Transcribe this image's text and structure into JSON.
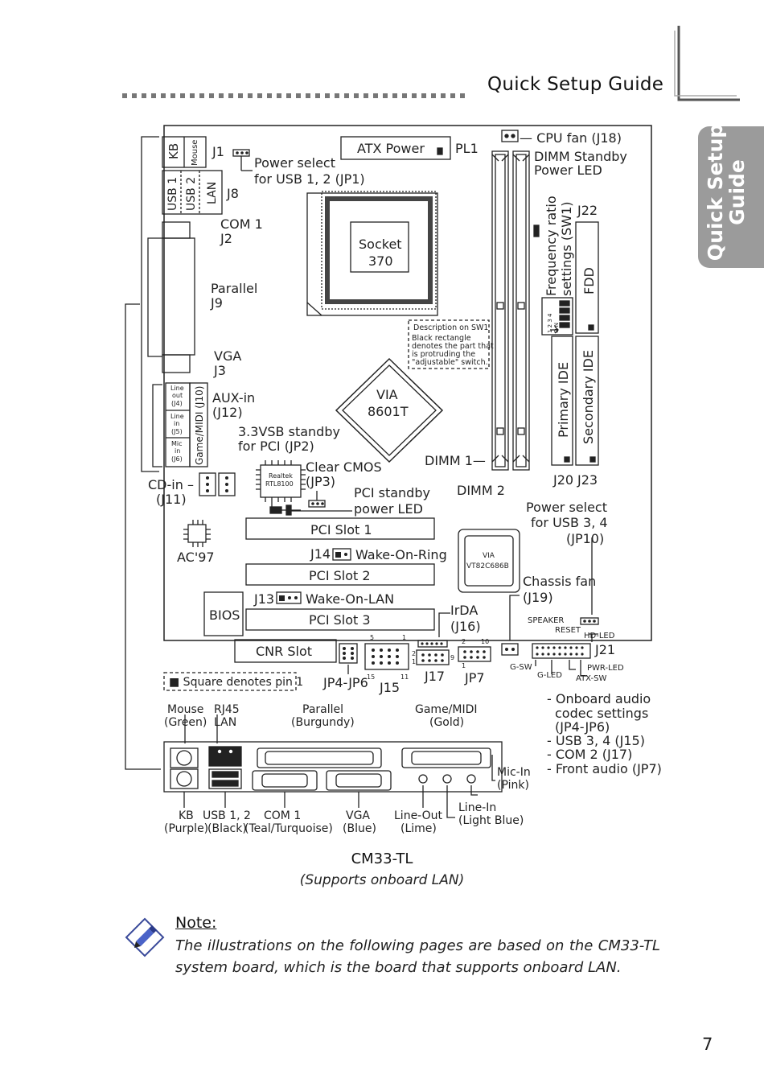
{
  "header": {
    "title": "Quick Setup Guide"
  },
  "side_tab": {
    "line1": "Quick Setup",
    "line2": "Guide"
  },
  "labels": {
    "kb": "KB",
    "mouse": "Mouse",
    "j1": "J1",
    "power_select_usb12_1": "Power select",
    "power_select_usb12_2": "for USB 1, 2 (JP1)",
    "usb1": "USB 1",
    "usb2": "USB 2",
    "lan": "LAN",
    "j8": "J8",
    "atx_power": "ATX Power",
    "pl1": "PL1",
    "cpu_fan": "— CPU fan (J18)",
    "dimm_standby_1": "DIMM Standby",
    "dimm_standby_2": "Power LED",
    "com1": "COM 1",
    "j2": "J2",
    "socket_1": "Socket",
    "socket_2": "370",
    "freq_ratio_1": "Frequency ratio",
    "freq_ratio_2": "settings (SW1)",
    "j22": "J22",
    "fdd": "FDD",
    "parallel": "Parallel",
    "j9": "J9",
    "sw1_desc_1": "Description on SW1",
    "sw1_desc_2": "Black rectangle",
    "sw1_desc_3": "denotes the part that",
    "sw1_desc_4": "is protruding the",
    "sw1_desc_5": "\"adjustable\" switch.",
    "sw1_nums": "1 2 3 4",
    "sw1_on": "O N",
    "vga": "VGA",
    "j3": "J3",
    "via_1": "VIA",
    "via_2": "8601T",
    "primary_ide": "Primary IDE",
    "secondary_ide": "Secondary IDE",
    "line_out_1": "Line",
    "line_out_2": "out",
    "line_out_3": "(J4)",
    "line_in_1": "Line",
    "line_in_2": "in",
    "line_in_3": "(J5)",
    "mic_in_1": "Mic",
    "mic_in_2": "in",
    "mic_in_3": "(J6)",
    "game_midi_j10": "Game/MIDI (J10)",
    "aux_in_1": "AUX-in",
    "aux_in_2": "(J12)",
    "vsb_1": "3.3VSB standby",
    "vsb_2": "for PCI (JP2)",
    "realtek_1": "Realtek",
    "realtek_2": "RTL8100",
    "clear_cmos_1": "Clear CMOS",
    "clear_cmos_2": "(JP3)",
    "dimm1": "DIMM 1—",
    "dimm2": "DIMM 2",
    "j20": "J20",
    "j23": "J23",
    "cd_in_1": "CD-in –",
    "cd_in_2": "(J11)",
    "pci_standby_1": "PCI standby",
    "pci_standby_2": "power LED",
    "power_select_usb34_1": "Power select",
    "power_select_usb34_2": "for USB 3, 4",
    "power_select_usb34_3": "(JP10)",
    "pci_slot1": "PCI Slot 1",
    "ac97": "AC'97",
    "j14": "J14",
    "wake_on_ring": "Wake-On-Ring",
    "via_chip_1": "VIA",
    "via_chip_2": "VT82C686B",
    "pci_slot2": "PCI Slot 2",
    "chassis_fan_1": "Chassis fan",
    "chassis_fan_2": "(J19)",
    "bios": "BIOS",
    "j13": "J13",
    "wake_on_lan": "Wake-On-LAN",
    "pci_slot3": "PCI Slot 3",
    "irda_1": "IrDA",
    "irda_2": "(J16)",
    "speaker": "SPEAKER",
    "reset": "RESET",
    "hd_led": "HD-LED",
    "cnr_slot": "CNR Slot",
    "j21": "J21",
    "j15_pin5": "5",
    "j15_pin1": "1",
    "j15_pin15": "15",
    "j15_pin11": "11",
    "j17_pin2": "2",
    "j17_pin1": "1",
    "jp7_pin2": "2",
    "jp7_pin10": "10",
    "jp7_pin1": "1",
    "jp7_pin9": "9",
    "g_sw": "G-SW",
    "g_led": "G-LED",
    "pwr_led": "PWR-LED",
    "atx_sw": "ATX-SW",
    "square_pin": "■ Square denotes pin 1",
    "jp4_jp6": "JP4-JP6",
    "j15": "J15",
    "j17": "J17",
    "jp7": "JP7",
    "onboard_1": "- Onboard audio",
    "onboard_2": "codec settings",
    "onboard_3": "(JP4-JP6)",
    "onboard_4": "- USB 3, 4 (J15)",
    "onboard_5": "- COM 2 (J17)",
    "onboard_6": "- Front audio (JP7)",
    "bp_mouse_1": "Mouse",
    "bp_mouse_2": "(Green)",
    "bp_rj45_1": "RJ45",
    "bp_rj45_2": "LAN",
    "bp_parallel_1": "Parallel",
    "bp_parallel_2": "(Burgundy)",
    "bp_game_1": "Game/MIDI",
    "bp_game_2": "(Gold)",
    "bp_mic_1": "Mic-In",
    "bp_mic_2": "(Pink)",
    "bp_kb_1": "KB",
    "bp_kb_2": "(Purple)",
    "bp_usb_1": "USB 1, 2",
    "bp_usb_2": "(Black)",
    "bp_com_1": "COM 1",
    "bp_com_2": "(Teal/Turquoise)",
    "bp_vga_1": "VGA",
    "bp_vga_2": "(Blue)",
    "bp_lineout_1": "Line-Out",
    "bp_lineout_2": "(Lime)",
    "bp_linein_1": "Line-In",
    "bp_linein_2": "(Light Blue)"
  },
  "caption": {
    "model": "CM33-TL",
    "subtitle": "(Supports onboard LAN)"
  },
  "note": {
    "title": "Note:",
    "body": "The illustrations on the following pages are based on the CM33-TL system board, which is the board that supports onboard LAN."
  },
  "page_number": "7",
  "icons": {
    "note": "pencil-note-icon"
  },
  "colors": {
    "tab": "#9b9b9b",
    "lines": "#222222"
  }
}
